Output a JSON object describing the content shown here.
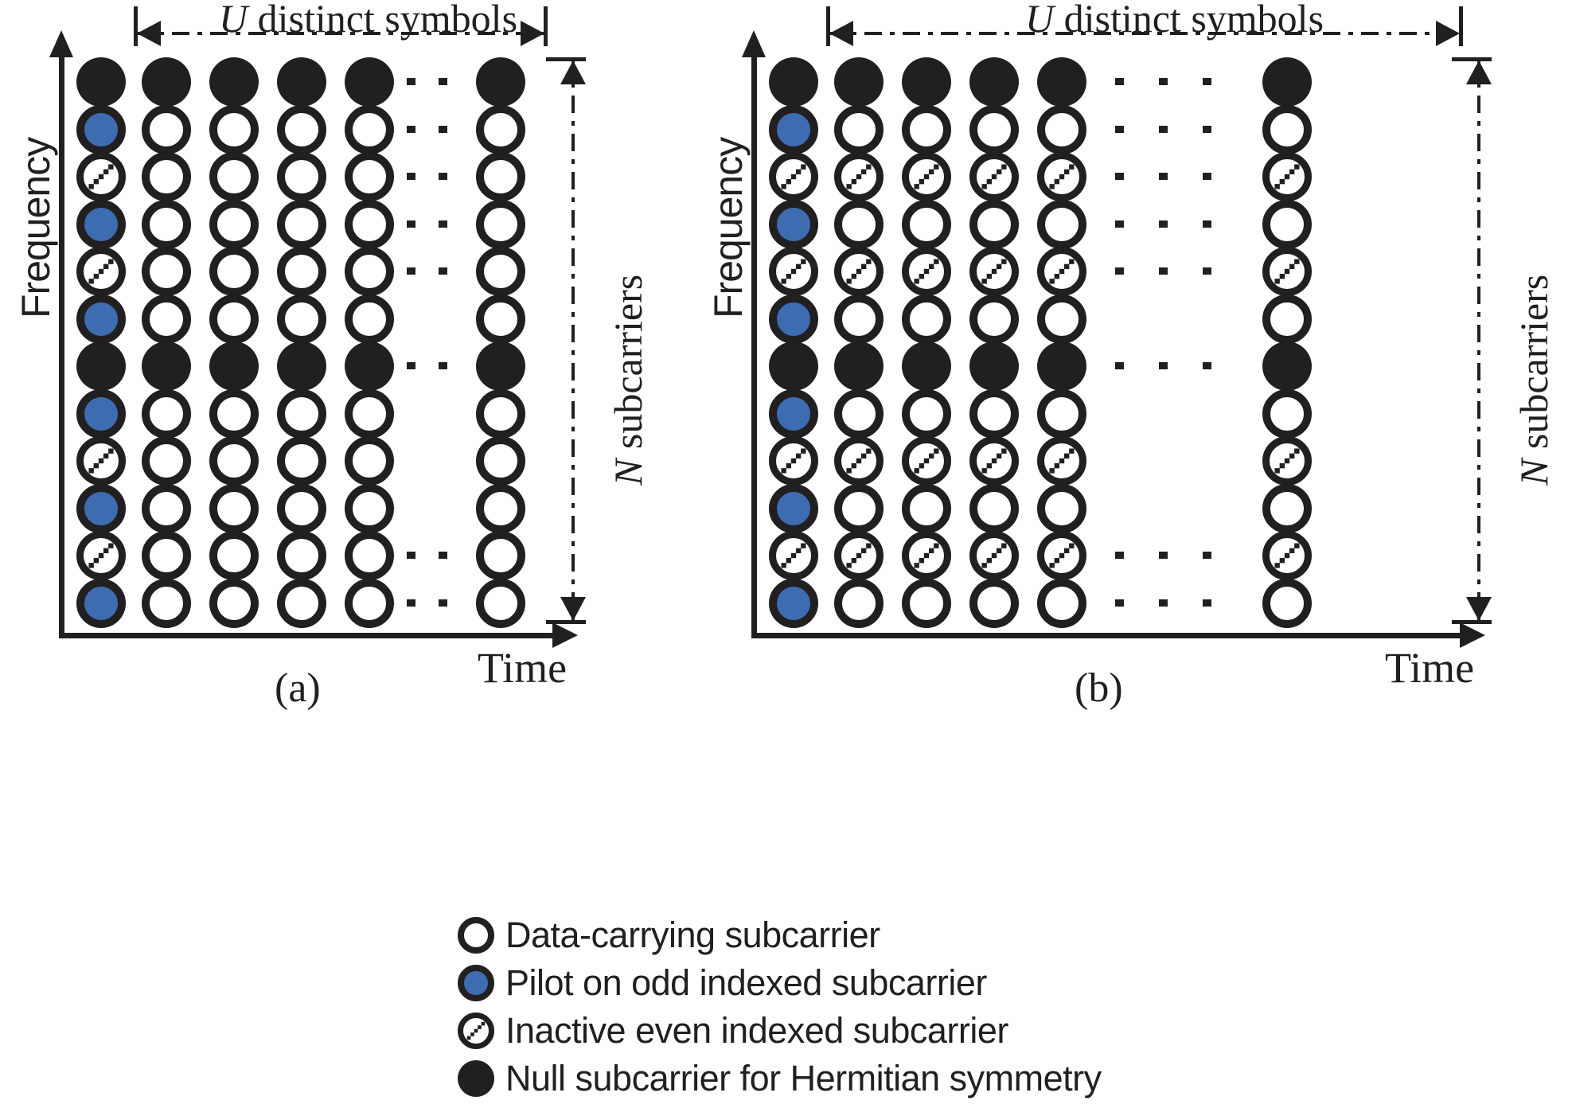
{
  "figure": {
    "axis_y_label": "Frequency",
    "axis_x_label": "Time",
    "measure_h_label_symbol": "U",
    "measure_h_label_text": " distinct symbols",
    "measure_v_label_symbol": "N",
    "measure_v_label_text": " subcarriers",
    "caption_a": "(a)",
    "caption_b": "(b)",
    "colors": {
      "pilot_blue": "#3d6cb0",
      "ink": "#211f20",
      "background": "#ffffff"
    }
  },
  "legend": {
    "items": [
      {
        "symbol": "data",
        "label": "Data-carrying subcarrier"
      },
      {
        "symbol": "pilot",
        "label": "Pilot on odd indexed subcarrier"
      },
      {
        "symbol": "inactive",
        "label": "Inactive even indexed subcarrier"
      },
      {
        "symbol": "null",
        "label": "Null subcarrier for Hermitian symmetry"
      }
    ]
  },
  "chart_data": {
    "type": "heatmap",
    "title": "",
    "xlabel": "Time",
    "ylabel": "Frequency",
    "legend_position": "bottom",
    "symbol_legend": {
      "data": "Data-carrying subcarrier",
      "pilot": "Pilot on odd indexed subcarrier",
      "inactive": "Inactive even indexed subcarrier",
      "null": "Null subcarrier for Hermitian symmetry"
    },
    "rows": 12,
    "columns_drawn": 6,
    "column_break_after": 5,
    "panels": [
      {
        "id": "a",
        "caption": "(a)",
        "matrix": [
          [
            "null",
            "null",
            "null",
            "null",
            "null",
            "null"
          ],
          [
            "pilot",
            "data",
            "data",
            "data",
            "data",
            "data"
          ],
          [
            "inactive",
            "data",
            "data",
            "data",
            "data",
            "data"
          ],
          [
            "pilot",
            "data",
            "data",
            "data",
            "data",
            "data"
          ],
          [
            "inactive",
            "data",
            "data",
            "data",
            "data",
            "data"
          ],
          [
            "pilot",
            "data",
            "data",
            "data",
            "data",
            "data"
          ],
          [
            "null",
            "null",
            "null",
            "null",
            "null",
            "null"
          ],
          [
            "pilot",
            "data",
            "data",
            "data",
            "data",
            "data"
          ],
          [
            "inactive",
            "data",
            "data",
            "data",
            "data",
            "data"
          ],
          [
            "pilot",
            "data",
            "data",
            "data",
            "data",
            "data"
          ],
          [
            "inactive",
            "data",
            "data",
            "data",
            "data",
            "data"
          ],
          [
            "pilot",
            "data",
            "data",
            "data",
            "data",
            "data"
          ]
        ],
        "dot_rows": [
          0,
          1,
          2,
          3,
          4,
          6,
          10,
          11
        ]
      },
      {
        "id": "b",
        "caption": "(b)",
        "matrix": [
          [
            "null",
            "null",
            "null",
            "null",
            "null",
            "null"
          ],
          [
            "pilot",
            "data",
            "data",
            "data",
            "data",
            "data"
          ],
          [
            "inactive",
            "inactive",
            "inactive",
            "inactive",
            "inactive",
            "inactive"
          ],
          [
            "pilot",
            "data",
            "data",
            "data",
            "data",
            "data"
          ],
          [
            "inactive",
            "inactive",
            "inactive",
            "inactive",
            "inactive",
            "inactive"
          ],
          [
            "pilot",
            "data",
            "data",
            "data",
            "data",
            "data"
          ],
          [
            "null",
            "null",
            "null",
            "null",
            "null",
            "null"
          ],
          [
            "pilot",
            "data",
            "data",
            "data",
            "data",
            "data"
          ],
          [
            "inactive",
            "inactive",
            "inactive",
            "inactive",
            "inactive",
            "inactive"
          ],
          [
            "pilot",
            "data",
            "data",
            "data",
            "data",
            "data"
          ],
          [
            "inactive",
            "inactive",
            "inactive",
            "inactive",
            "inactive",
            "inactive"
          ],
          [
            "pilot",
            "data",
            "data",
            "data",
            "data",
            "data"
          ]
        ],
        "dot_rows": [
          0,
          1,
          2,
          3,
          4,
          6,
          10,
          11
        ]
      }
    ]
  }
}
